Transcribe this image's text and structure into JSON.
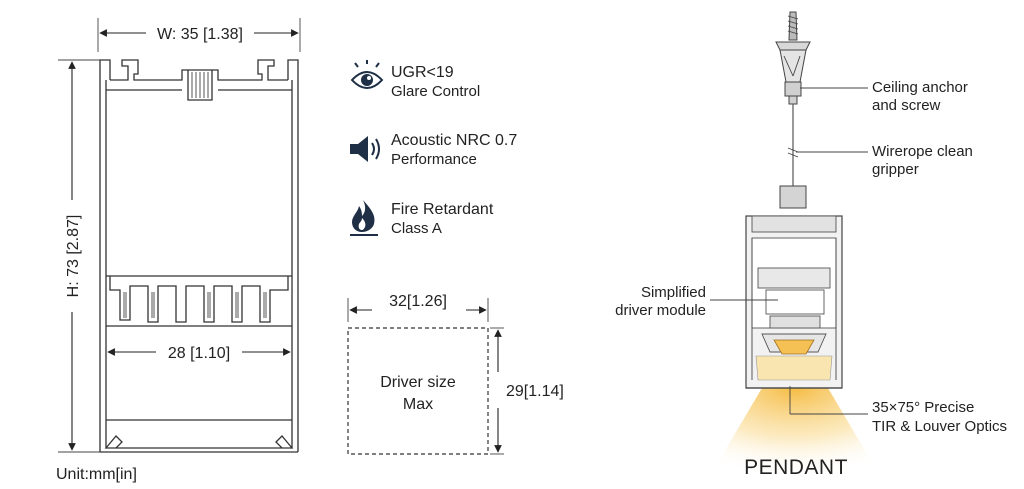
{
  "profile": {
    "width_label": "W: 35 [1.38]",
    "height_label": "H: 73 [2.87]",
    "inner_width_label": "28 [1.10]",
    "unit_label": "Unit:mm[in]"
  },
  "features": [
    {
      "icon": "eye-icon",
      "title": "UGR<19",
      "subtitle": "Glare Control"
    },
    {
      "icon": "speaker-icon",
      "title": "Acoustic NRC 0.7",
      "subtitle": "Performance"
    },
    {
      "icon": "flame-icon",
      "title": "Fire Retardant",
      "subtitle": "Class A"
    }
  ],
  "driver": {
    "width_label": "32[1.26]",
    "height_label": "29[1.14]",
    "text_line1": "Driver size",
    "text_line2": "Max"
  },
  "pendant": {
    "title": "PENDANT",
    "callouts": {
      "anchor_line1": "Ceiling anchor",
      "anchor_line2": "and screw",
      "gripper_line1": "Wirerope clean",
      "gripper_line2": "gripper",
      "driver_line1": "Simplified",
      "driver_line2": "driver module",
      "optics_line1": "35×75° Precise",
      "optics_line2": "TIR & Louver Optics"
    },
    "beam_color": "#f7c85a"
  }
}
